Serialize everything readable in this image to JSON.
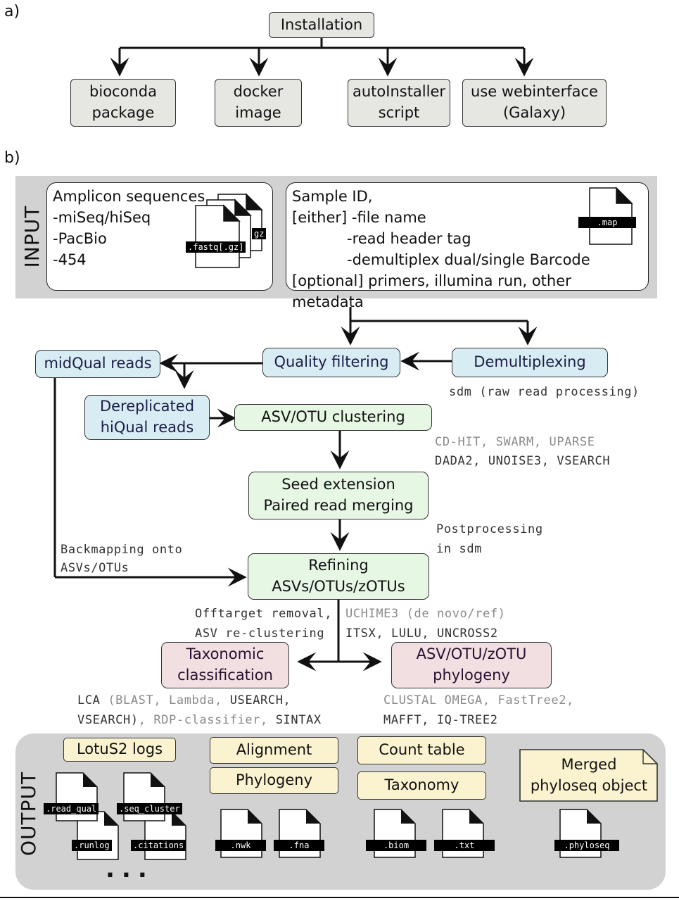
{
  "labels": {
    "a": "a)",
    "b": "b)"
  },
  "installation": {
    "root": "Installation",
    "options": [
      {
        "l1": "bioconda",
        "l2": "package"
      },
      {
        "l1": "docker",
        "l2": "image"
      },
      {
        "l1": "autoInstaller",
        "l2": "script"
      },
      {
        "l1": "use webinterface",
        "l2": "(Galaxy)"
      }
    ]
  },
  "input": {
    "side_label": "INPUT",
    "amplicon": {
      "title": "Amplicon sequences",
      "items": [
        "-miSeq/hiSeq",
        "-PacBio",
        "-454"
      ],
      "file_tag": ".fastq[.gz]",
      "file_tag_back": "gz"
    },
    "sample": {
      "lines": [
        "Sample ID,",
        "[either] -file name",
        "-read header tag",
        "-demultiplex dual/single Barcode",
        "[optional] primers, illumina run, other metadata"
      ],
      "file_tag": ".map"
    }
  },
  "pipeline": {
    "midqual": "midQual reads",
    "quality": "Quality filtering",
    "demux": "Demultiplexing",
    "sdm_note": "sdm (raw read processing)",
    "derep": {
      "l1": "Dereplicated",
      "l2": "hiQual reads"
    },
    "clustering": "ASV/OTU clustering",
    "cluster_tools": {
      "grey": "CD-HIT, SWARM, UPARSE",
      "black": "DADA2, UNOISE3, VSEARCH"
    },
    "seed": {
      "l1": "Seed extension",
      "l2": "Paired read merging"
    },
    "post": {
      "l1": "Postprocessing",
      "l2": "in sdm"
    },
    "backmap": {
      "l1": "Backmapping onto",
      "l2": "ASVs/OTUs"
    },
    "refine": {
      "l1": "Refining",
      "l2": "ASVs/OTUs/zOTUs"
    },
    "offtarget": {
      "l1": "Offtarget removal,",
      "l2": "ASV re-clustering"
    },
    "chimera": {
      "grey": "UCHIME3 (de novo/ref)",
      "black": "ITSX, LULU, UNCROSS2"
    },
    "taxo": {
      "l1": "Taxonomic",
      "l2": "classification"
    },
    "phylo": {
      "l1": "ASV/OTU/zOTU",
      "l2": "phylogeny"
    },
    "taxo_tools": {
      "l1a": "LCA ",
      "l1b": "(BLAST, Lambda, ",
      "l1c": "USEARCH,",
      "l2a": "VSEARCH)",
      "l2b": ", RDP-classifier, ",
      "l2c": "SINTAX"
    },
    "phylo_tools": {
      "l1": "CLUSTAL OMEGA, FastTree2,",
      "l2": "MAFFT, IQ-TREE2"
    }
  },
  "output": {
    "side_label": "OUTPUT",
    "logs": "LotuS2 logs",
    "alignment": "Alignment",
    "phylogeny": "Phylogeny",
    "count_table": "Count table",
    "taxonomy": "Taxonomy",
    "merged": {
      "l1": "Merged",
      "l2": "phyloseq object"
    },
    "files": [
      ".read_qual",
      ".seq_cluster",
      ".runlog",
      ".citations",
      ".nwk",
      ".fna",
      ".biom",
      ".txt",
      ".phyloseq"
    ],
    "ellipsis": "..."
  }
}
